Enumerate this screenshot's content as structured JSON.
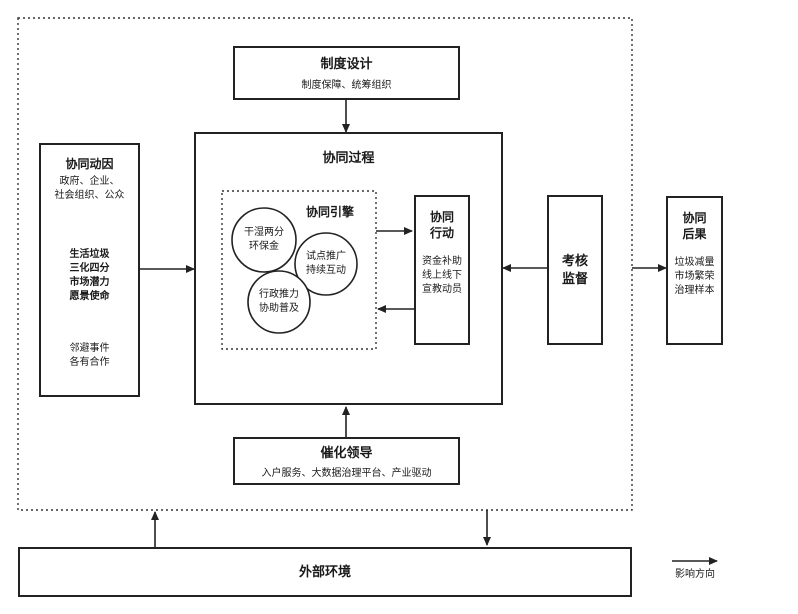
{
  "system_design": {
    "title": "制度设计",
    "subtitle": "制度保障、统筹组织"
  },
  "process": {
    "title": "协同过程"
  },
  "engine": {
    "title": "协同引擎",
    "circle1": [
      "干湿两分",
      "环保金"
    ],
    "circle2": [
      "试点推广",
      "持续互动"
    ],
    "circle3": [
      "行政推力",
      "协助普及"
    ]
  },
  "action": {
    "title": [
      "协同",
      "行动"
    ],
    "body": [
      "资金补助",
      "线上线下",
      "宣教动员"
    ]
  },
  "motivation": {
    "title": "协同动因",
    "top": [
      "政府、企业、",
      "社会组织、公众"
    ],
    "middle": [
      "生活垃圾",
      "三化四分",
      "市场潜力",
      "愿景使命"
    ],
    "bottom": [
      "邻避事件",
      "各有合作"
    ]
  },
  "supervision": {
    "title": [
      "考核",
      "监督"
    ]
  },
  "outcome": {
    "title": [
      "协同",
      "后果"
    ],
    "body": [
      "垃圾减量",
      "市场繁荣",
      "治理样本"
    ]
  },
  "leadership": {
    "title": "催化领导",
    "subtitle": "入户服务、大数据治理平台、产业驱动"
  },
  "environment": {
    "title": "外部环境"
  },
  "legend": {
    "label": "影响方向"
  }
}
